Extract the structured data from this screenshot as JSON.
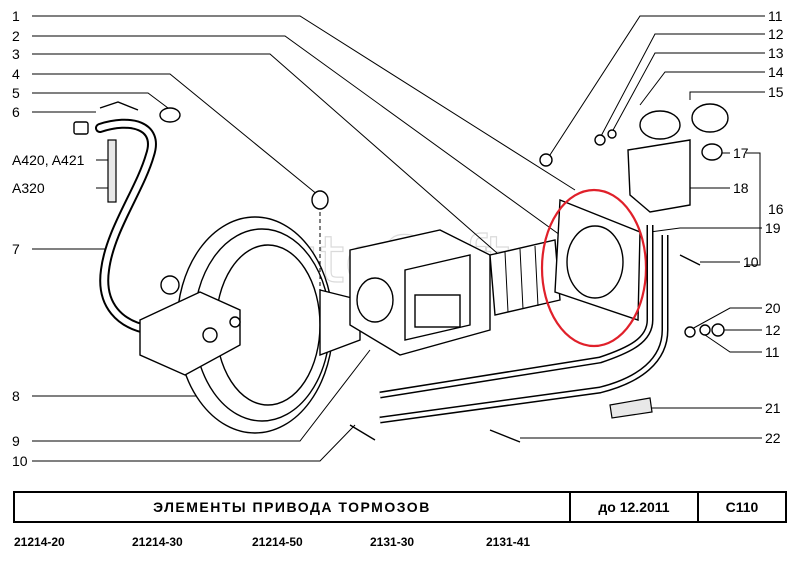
{
  "diagram": {
    "watermark": "AutoSoft",
    "left_callouts": [
      "1",
      "2",
      "3",
      "4",
      "5",
      "6",
      "7",
      "8",
      "9",
      "10"
    ],
    "variant_labels": [
      "A420, A421",
      "A320"
    ],
    "right_callouts": [
      "11",
      "12",
      "13",
      "14",
      "15",
      "17",
      "18",
      "16",
      "19",
      "10",
      "20",
      "12",
      "11",
      "21",
      "22"
    ],
    "highlight_color": "#e0202a"
  },
  "title_block": {
    "title": "ЭЛЕМЕНТЫ ПРИВОДА ТОРМОЗОВ",
    "date": "до 12.2011",
    "code": "С110"
  },
  "models": [
    "21214-20",
    "21214-30",
    "21214-50",
    "2131-30",
    "2131-41"
  ]
}
